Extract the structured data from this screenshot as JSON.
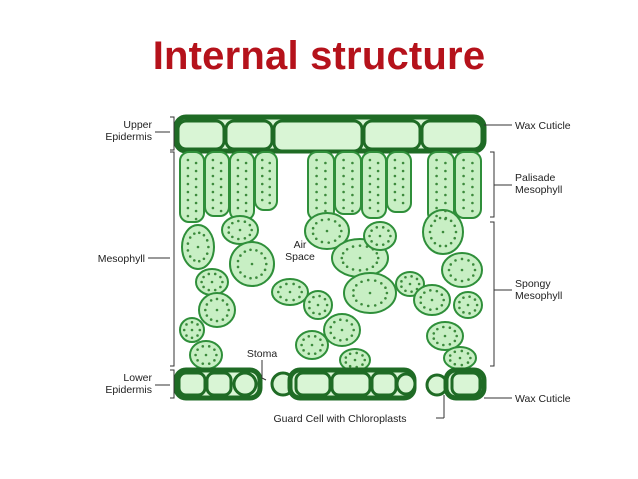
{
  "title": "Internal structure",
  "labels": {
    "upper_epidermis": [
      "Upper",
      "Epidermis"
    ],
    "mesophyll": "Mesophyll",
    "lower_epidermis": [
      "Lower",
      "Epidermis"
    ],
    "wax_cuticle_top": "Wax Cuticle",
    "palisade": [
      "Palisade",
      "Mesophyll"
    ],
    "spongy": [
      "Spongy",
      "Mesophyll"
    ],
    "wax_cuticle_bottom": "Wax Cuticle",
    "air_space": [
      "Air",
      "Space"
    ],
    "stoma": "Stoma",
    "guard_cell": "Guard Cell with Chloroplasts"
  },
  "colors": {
    "title": "#b5121b",
    "cell_fill": "#c8efc4",
    "cell_stroke": "#2f8f3a",
    "epidermis_stroke": "#1f6b25",
    "chloroplast": "#3c8a3c"
  }
}
